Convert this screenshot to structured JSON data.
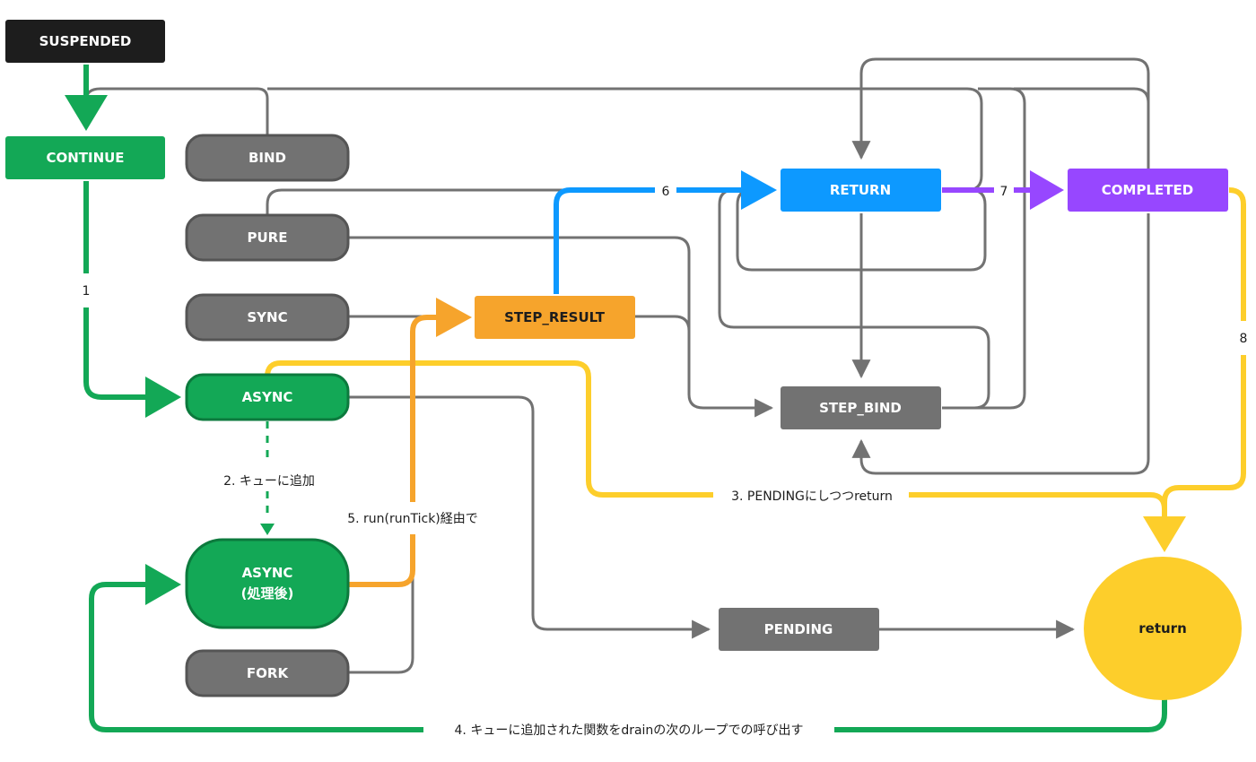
{
  "colors": {
    "black": "#1d1d1d",
    "green": "#13a856",
    "gray": "#727272",
    "blue": "#0d99ff",
    "orange": "#f6a42c",
    "purple": "#9747ff",
    "yellow": "#fdce2b"
  },
  "nodes": {
    "suspended": "SUSPENDED",
    "continue": "CONTINUE",
    "bind": "BIND",
    "pure": "PURE",
    "sync": "SYNC",
    "async": "ASYNC",
    "async_done_line1": "ASYNC",
    "async_done_line2": "(処理後)",
    "fork": "FORK",
    "step_result": "STEP_RESULT",
    "return_node": "RETURN",
    "completed": "COMPLETED",
    "step_bind": "STEP_BIND",
    "pending": "PENDING",
    "return_circle": "return"
  },
  "edge_labels": {
    "e1": "1",
    "e2": "2. キューに追加",
    "e3": "3. PENDINGにしつつreturn",
    "e4": "4. キューに追加された関数をdrainの次のループでの呼び出す",
    "e5": "5. run(runTick)経由で",
    "e6": "6",
    "e7": "7",
    "e8": "8"
  }
}
